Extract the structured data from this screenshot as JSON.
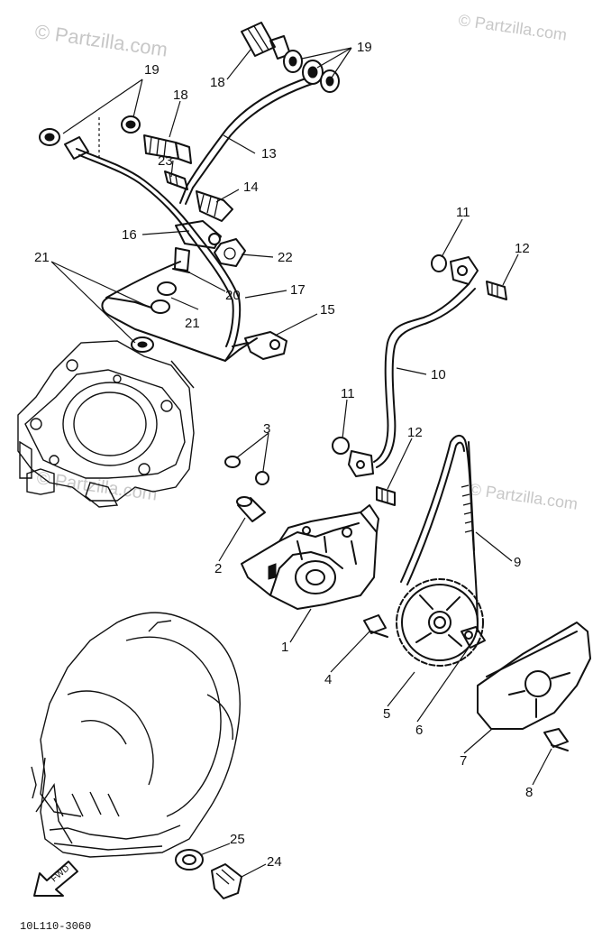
{
  "watermark": {
    "text": "© Partzilla.com"
  },
  "figure_code": "10L110-3060",
  "fwd_label": "FWD",
  "callouts": {
    "c1": "1",
    "c2": "2",
    "c3": "3",
    "c4": "4",
    "c5": "5",
    "c6": "6",
    "c7": "7",
    "c8": "8",
    "c9": "9",
    "c10": "10",
    "c11a": "11",
    "c11b": "11",
    "c12a": "12",
    "c12b": "12",
    "c13": "13",
    "c14": "14",
    "c15": "15",
    "c16": "16",
    "c17": "17",
    "c18a": "18",
    "c18b": "18",
    "c19a": "19",
    "c19b": "19",
    "c20": "20",
    "c21a": "21",
    "c21b": "21",
    "c22": "22",
    "c23": "23",
    "c24": "24",
    "c25": "25"
  }
}
